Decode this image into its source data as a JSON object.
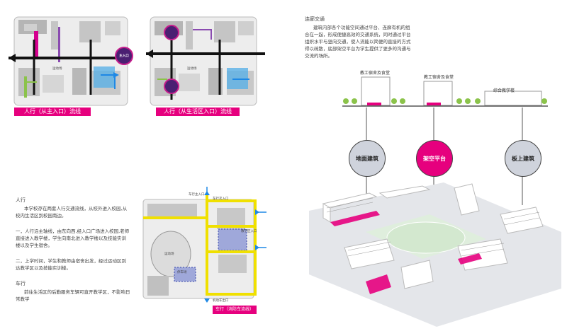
{
  "top_left_diagram": {
    "caption": "人行（从主入口）流线",
    "circle_label": "主入口"
  },
  "top_mid_diagram": {
    "caption": "人行（从生活区入口）流线",
    "field_label": "运动场"
  },
  "top_left_field_label": "运动场",
  "intro": {
    "title": "连廊交通",
    "body": "建筑内部各个功能空间通过平台、连廊有机的组合在一起，形成便捷高效的交通系统，同时通过平台组织水平与竖向交通，使人流能以简便的直接的方式得以疏散，底部架空平台为学生提供了更多的沟通与交流的场所。"
  },
  "section": {
    "buildings": [
      "教工宿舍及食堂",
      "教工宿舍及食堂",
      "综合教学楼"
    ],
    "circles": [
      {
        "label": "地面建筑",
        "color": "#cfd3dc",
        "text_color": "#222"
      },
      {
        "label": "架空平台",
        "color": "#e6007e",
        "text_color": "#ffffff"
      },
      {
        "label": "板上建筑",
        "color": "#cfd3dc",
        "text_color": "#222"
      }
    ]
  },
  "pedestrian": {
    "title": "人行",
    "paragraphs": [
      "本学校存在两套人行交通流线，从校外进入校园,从校内生活区到校园南边。",
      "一，人行沿主轴线，由东向西,经入口广场进入校园,老师直接进入教学楼，学生向南北进入教学楼以及技能实训楼以及学生宿舍。",
      "二，上学时间，学生和教师由宿舍出发，经过运动区到达教学区以及技能实训楼。"
    ]
  },
  "vehicle": {
    "title": "车行",
    "body": "前往生活区的后勤服务车辆可直开教学区，不影响日常教学"
  },
  "bottom_diagram": {
    "caption": "车行（消防车流线）",
    "labels": [
      "车行主入口",
      "车行次入口",
      "教学区入口",
      "机动车出口",
      "运动场",
      "停车场"
    ]
  },
  "colors": {
    "accent": "#e6007e",
    "yellow": "#f0e000",
    "purple": "#5a2a82"
  }
}
